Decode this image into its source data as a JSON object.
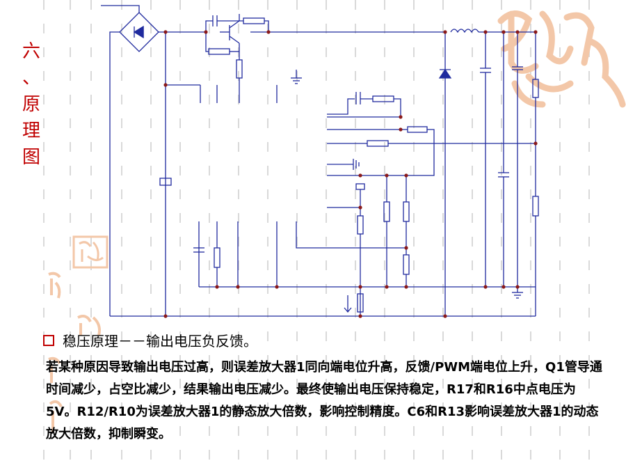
{
  "side_title": [
    "六",
    "、",
    "原",
    "理",
    "图"
  ],
  "bullet": {
    "icon": "square-bullet-icon",
    "text": "稳压原理－－输出电压负反馈。"
  },
  "paragraph": "若某种原因导致输出电压过高，则误差放大器1同向端电位升高，反馈/PWM端电位上升，Q1管导通时间减少，占空比减少，结果输出电压减少。最终使输出电压保持稳定，R17和R16中点电压为5V。R12/R10为误差放大器1的静态放大倍数，影响控制精度。C6和R13影响误差放大器1的动态放大倍数，抑制瞬变。",
  "colors": {
    "wire": "#1f2a9e",
    "node": "#8b1a1a",
    "title": "#c00000",
    "seal": "#f3c7a8",
    "rule": "#d9d9d9"
  }
}
